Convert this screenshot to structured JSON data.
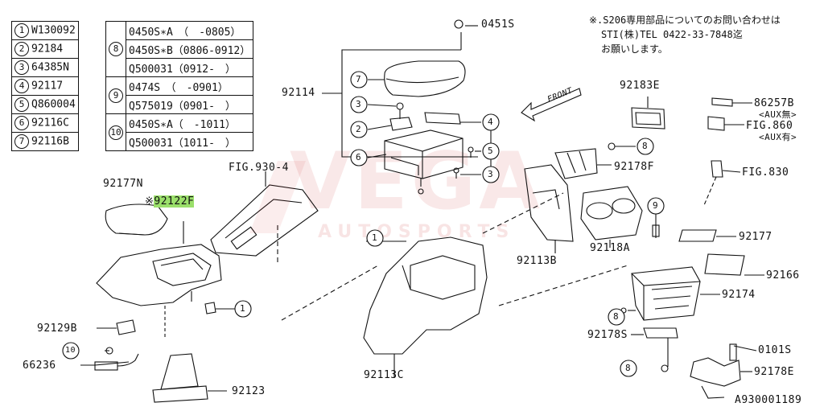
{
  "legend_left": [
    {
      "num": "1",
      "code": "W130092"
    },
    {
      "num": "2",
      "code": "92184"
    },
    {
      "num": "3",
      "code": "64385N"
    },
    {
      "num": "4",
      "code": "92117"
    },
    {
      "num": "5",
      "code": "Q860004"
    },
    {
      "num": "6",
      "code": "92116C"
    },
    {
      "num": "7",
      "code": "92116B"
    }
  ],
  "legend_right": [
    {
      "num": "8",
      "rows": [
        "0450S∗A　（　-0805）",
        "0450S∗B（0806-0912）",
        "Q500031（0912-　）"
      ]
    },
    {
      "num": "9",
      "rows": [
        "0474S　（　-0901）",
        "Q575019（0901-　）"
      ]
    },
    {
      "num": "10",
      "rows": [
        "0450S∗A（　-1011）",
        "Q500031（1011-　）"
      ]
    }
  ],
  "note_lines": [
    "※.S206専用部品についてのお問い合わせは",
    "STI(株)TEL 0422-33-7848迄",
    "お願いします。"
  ],
  "watermark": {
    "main": "VEGA",
    "sub": "AUTOSPORTS"
  },
  "labels": {
    "p0451s": "0451S",
    "p92114": "92114",
    "p92183e": "92183E",
    "p86257b": "86257B",
    "aux_none": "<AUX無>",
    "fig860": "FIG.860",
    "aux_yes": "<AUX有>",
    "fig830": "FIG.830",
    "p92178f": "92178F",
    "p92177n": "92177N",
    "p92122f": "92122F",
    "fig930": "FIG.930-4",
    "p92113b": "92113B",
    "p92118a": "92118A",
    "p92177": "92177",
    "p92166": "92166",
    "p92174": "92174",
    "p92178s": "92178",
    "p92129b": "92129B",
    "p66236": "66236",
    "p92113c": "92113C",
    "p92123": "92123",
    "p0101s": "0101S",
    "p92178e": "92178E",
    "drawing_no": "A930001189",
    "front": "FRONT"
  },
  "callouts": {
    "c1": "1",
    "c2": "2",
    "c3": "3",
    "c4": "4",
    "c5": "5",
    "c6": "6",
    "c7": "7",
    "c8": "8",
    "c9": "9",
    "c10": "10"
  }
}
